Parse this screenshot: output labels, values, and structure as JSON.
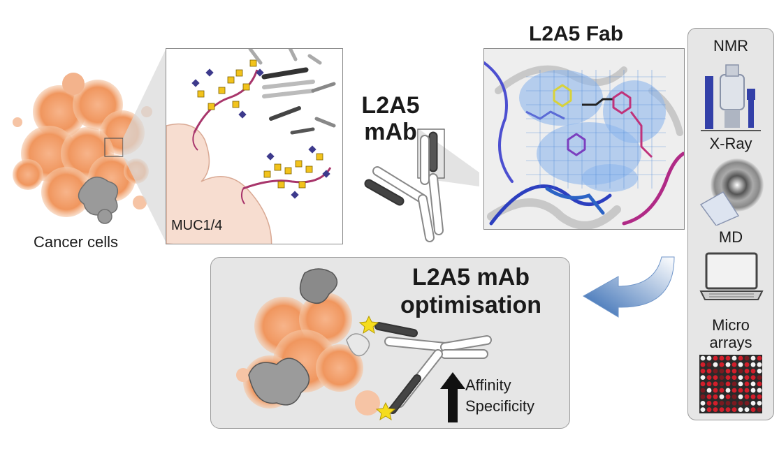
{
  "labels": {
    "cancer_cells": "Cancer cells",
    "muc": "MUC1/4",
    "mab_line1": "L2A5",
    "mab_line2": "mAb",
    "fab_title": "L2A5 Fab",
    "optimisation_line1": "L2A5 mAb",
    "optimisation_line2": "optimisation",
    "affinity": "Affinity",
    "specificity": "Specificity"
  },
  "methods": [
    {
      "label": "NMR",
      "icon": "nmr-spectrometer-icon"
    },
    {
      "label": "X-Ray",
      "icon": "xray-diffraction-icon"
    },
    {
      "label": "MD",
      "icon": "laptop-icon"
    },
    {
      "label_line1": "Micro",
      "label_line2": "arrays",
      "icon": "microarray-icon"
    }
  ],
  "colors": {
    "cancer_orange": "#f2a06a",
    "glycan_yellow": "#f2c31c",
    "glycan_purple": "#3d3a8c",
    "peptide_red": "#a8356b",
    "density_blue": "#4a86d8",
    "arrow_blue": "#2f67b1",
    "star_yellow": "#f5dc1e"
  }
}
